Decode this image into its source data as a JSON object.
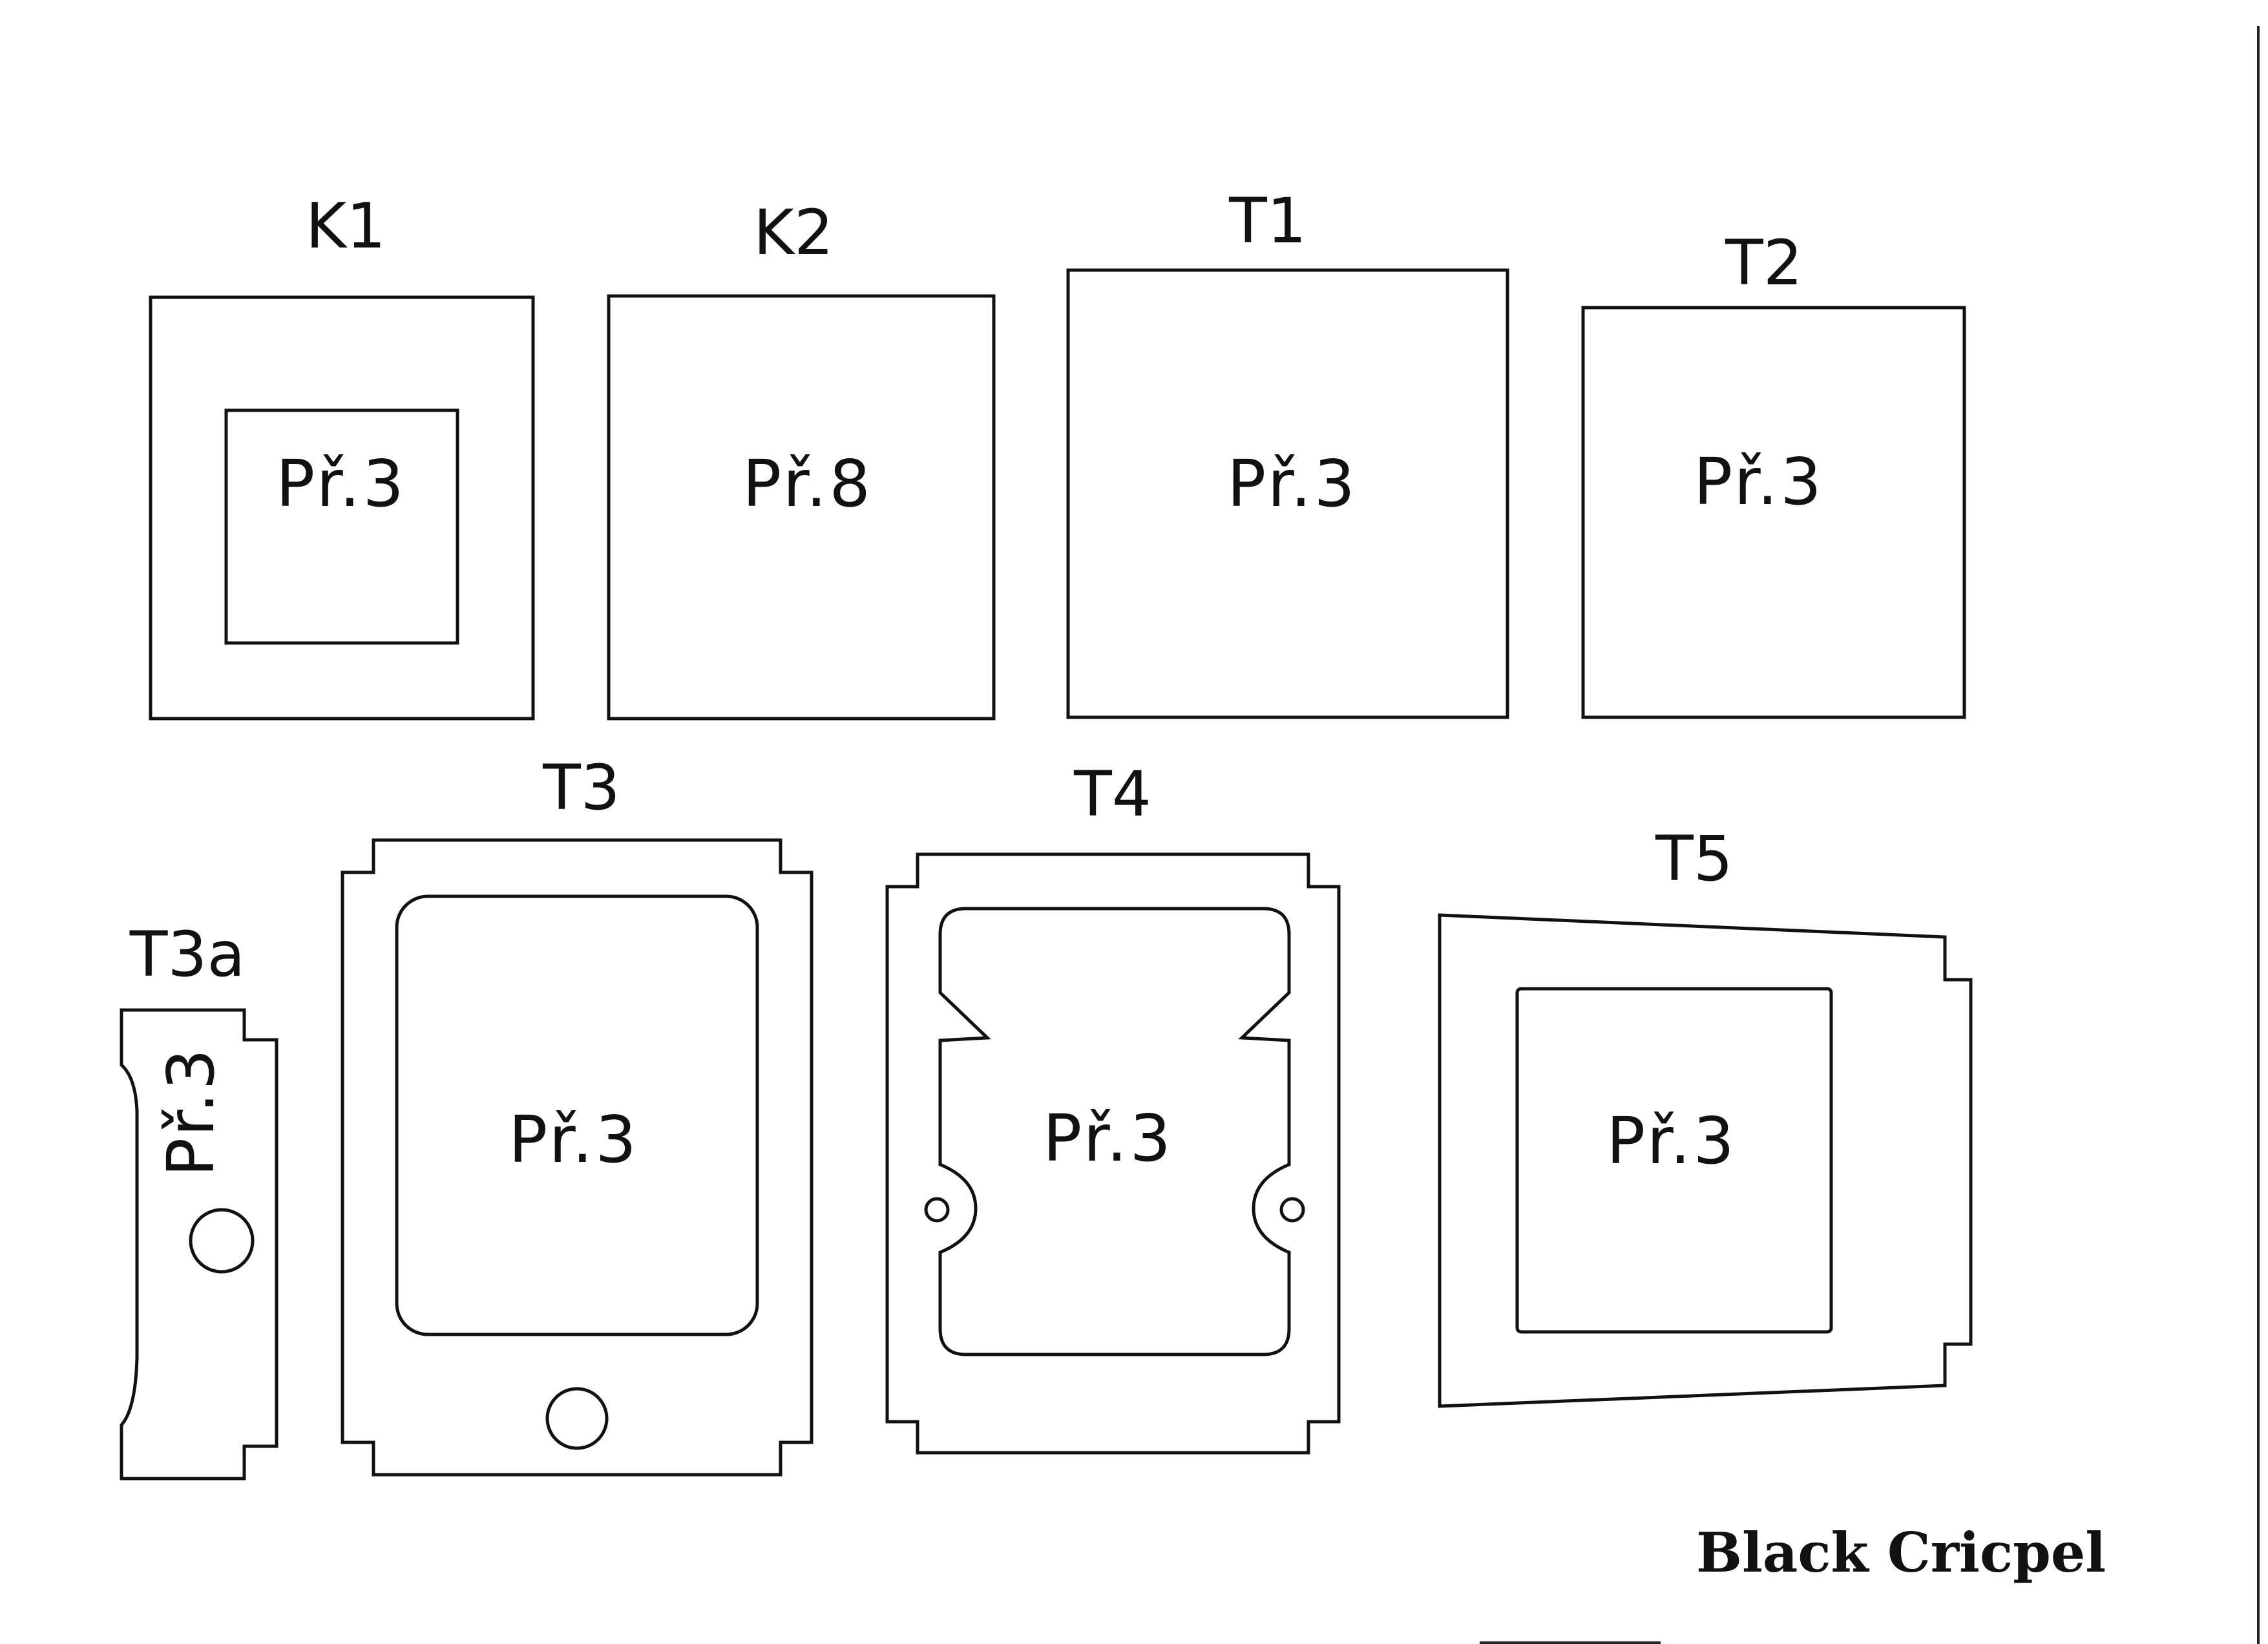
{
  "brand": "Black Cricpel",
  "pieces": {
    "k1": {
      "name": "K1",
      "text": "Př.3"
    },
    "k2": {
      "name": "K2",
      "text": "Př.8"
    },
    "t1": {
      "name": "T1",
      "text": "Př.3"
    },
    "t2": {
      "name": "T2",
      "text": "Př.3"
    },
    "t3a": {
      "name": "T3a",
      "text": "Př.3"
    },
    "t3": {
      "name": "T3",
      "text": "Př.3"
    },
    "t4": {
      "name": "T4",
      "text": "Př.3"
    },
    "t5": {
      "name": "T5",
      "text": "Př.3"
    }
  }
}
